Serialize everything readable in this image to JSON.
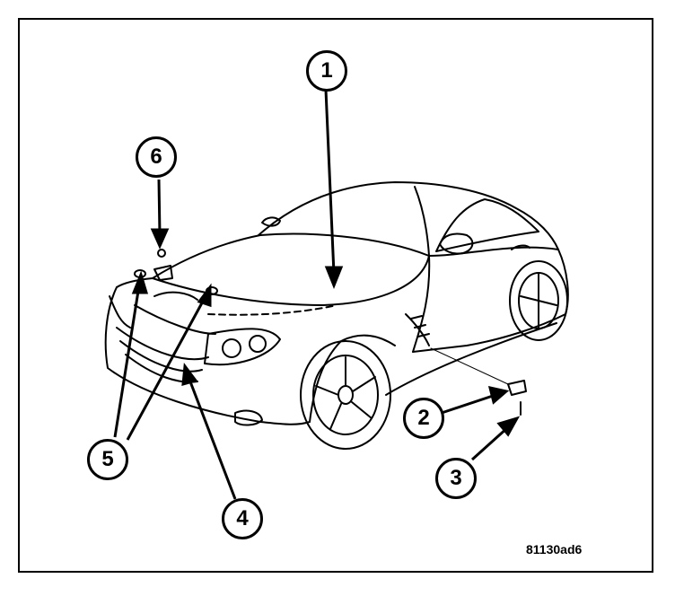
{
  "callouts": {
    "c1": "1",
    "c2": "2",
    "c3": "3",
    "c4": "4",
    "c5": "5",
    "c6": "6"
  },
  "figure_code": "81130ad6",
  "colors": {
    "line": "#000000",
    "background": "#ffffff"
  }
}
